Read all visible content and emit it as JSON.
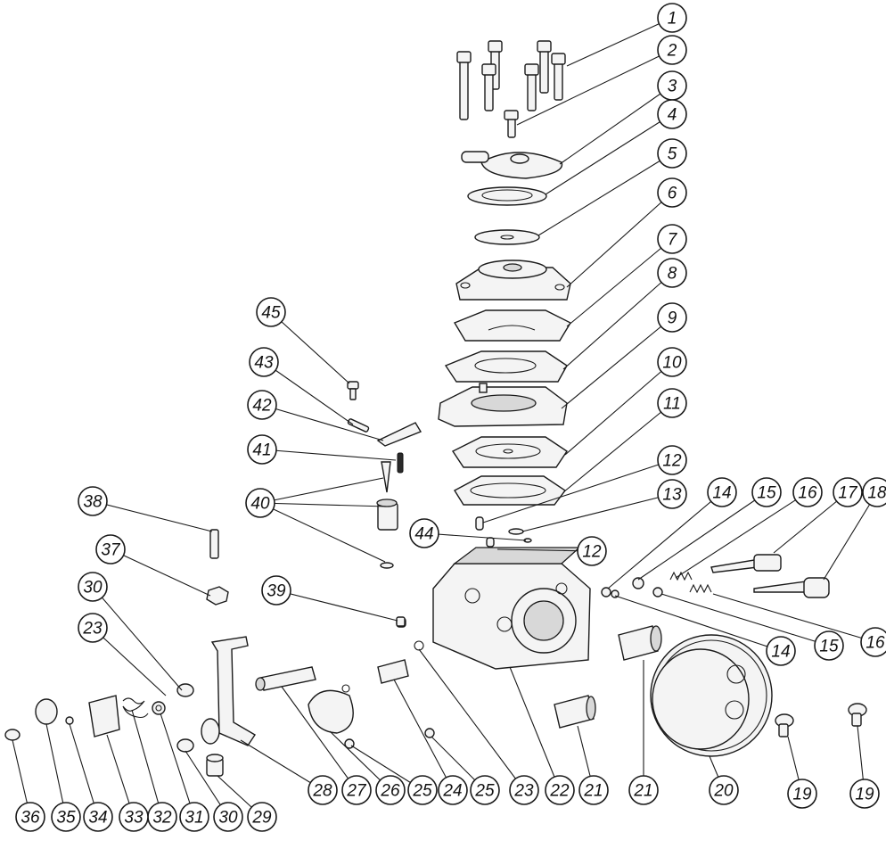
{
  "diagram": {
    "type": "exploded-parts-view",
    "callouts": [
      {
        "id": "c1",
        "label": "1",
        "part": "screws-long"
      },
      {
        "id": "c2",
        "label": "2",
        "part": "screw-short"
      },
      {
        "id": "c3",
        "label": "3",
        "part": "cover-with-fitting"
      },
      {
        "id": "c4",
        "label": "4",
        "part": "ring-gasket"
      },
      {
        "id": "c5",
        "label": "5",
        "part": "disc"
      },
      {
        "id": "c6",
        "label": "6",
        "part": "pump-cover"
      },
      {
        "id": "c7",
        "label": "7",
        "part": "gasket-a"
      },
      {
        "id": "c8",
        "label": "8",
        "part": "gasket-b"
      },
      {
        "id": "c9",
        "label": "9",
        "part": "pump-body"
      },
      {
        "id": "c10",
        "label": "10",
        "part": "diaphragm"
      },
      {
        "id": "c11",
        "label": "11",
        "part": "gasket-c"
      },
      {
        "id": "c12a",
        "label": "12",
        "part": "pin-upper"
      },
      {
        "id": "c12b",
        "label": "12",
        "part": "pin-lower"
      },
      {
        "id": "c13",
        "label": "13",
        "part": "small-disc"
      },
      {
        "id": "c14a",
        "label": "14",
        "part": "o-ring-upper"
      },
      {
        "id": "c14b",
        "label": "14",
        "part": "o-ring-lower"
      },
      {
        "id": "c15a",
        "label": "15",
        "part": "washer-upper"
      },
      {
        "id": "c15b",
        "label": "15",
        "part": "washer-lower"
      },
      {
        "id": "c16a",
        "label": "16",
        "part": "spring-upper"
      },
      {
        "id": "c16b",
        "label": "16",
        "part": "spring-lower"
      },
      {
        "id": "c17",
        "label": "17",
        "part": "needle-adjuster-a"
      },
      {
        "id": "c18",
        "label": "18",
        "part": "needle-adjuster-b"
      },
      {
        "id": "c19a",
        "label": "19",
        "part": "flange-screw-a"
      },
      {
        "id": "c19b",
        "label": "19",
        "part": "flange-screw-b"
      },
      {
        "id": "c20",
        "label": "20",
        "part": "velocity-stack"
      },
      {
        "id": "c21a",
        "label": "21",
        "part": "bushing-a"
      },
      {
        "id": "c21b",
        "label": "21",
        "part": "bushing-b"
      },
      {
        "id": "c22",
        "label": "22",
        "part": "carburetor-body"
      },
      {
        "id": "c23a",
        "label": "23",
        "part": "clip-a"
      },
      {
        "id": "c23b",
        "label": "23",
        "part": "clip-b"
      },
      {
        "id": "c24",
        "label": "24",
        "part": "sleeve"
      },
      {
        "id": "c25a",
        "label": "25",
        "part": "screw-a"
      },
      {
        "id": "c25b",
        "label": "25",
        "part": "screw-b"
      },
      {
        "id": "c26",
        "label": "26",
        "part": "throttle-plate"
      },
      {
        "id": "c27",
        "label": "27",
        "part": "throttle-shaft"
      },
      {
        "id": "c28",
        "label": "28",
        "part": "throttle-lever"
      },
      {
        "id": "c29",
        "label": "29",
        "part": "cable-stop"
      },
      {
        "id": "c30a",
        "label": "30",
        "part": "lever-screw-a"
      },
      {
        "id": "c30b",
        "label": "30",
        "part": "lever-screw-b"
      },
      {
        "id": "c31",
        "label": "31",
        "part": "washer"
      },
      {
        "id": "c32",
        "label": "32",
        "part": "return-spring"
      },
      {
        "id": "c33",
        "label": "33",
        "part": "spring-bracket"
      },
      {
        "id": "c34",
        "label": "34",
        "part": "small-washer"
      },
      {
        "id": "c35",
        "label": "35",
        "part": "idle-knob"
      },
      {
        "id": "c36",
        "label": "36",
        "part": "knob-screw"
      },
      {
        "id": "c37",
        "label": "37",
        "part": "nut"
      },
      {
        "id": "c38",
        "label": "38",
        "part": "stud"
      },
      {
        "id": "c39",
        "label": "39",
        "part": "plug"
      },
      {
        "id": "c40",
        "label": "40",
        "part": "inlet-needle-set"
      },
      {
        "id": "c41",
        "label": "41",
        "part": "metering-spring"
      },
      {
        "id": "c42",
        "label": "42",
        "part": "metering-lever"
      },
      {
        "id": "c43",
        "label": "43",
        "part": "lever-pin"
      },
      {
        "id": "c44",
        "label": "44",
        "part": "small-ball"
      },
      {
        "id": "c45",
        "label": "45",
        "part": "lever-screw"
      }
    ]
  }
}
